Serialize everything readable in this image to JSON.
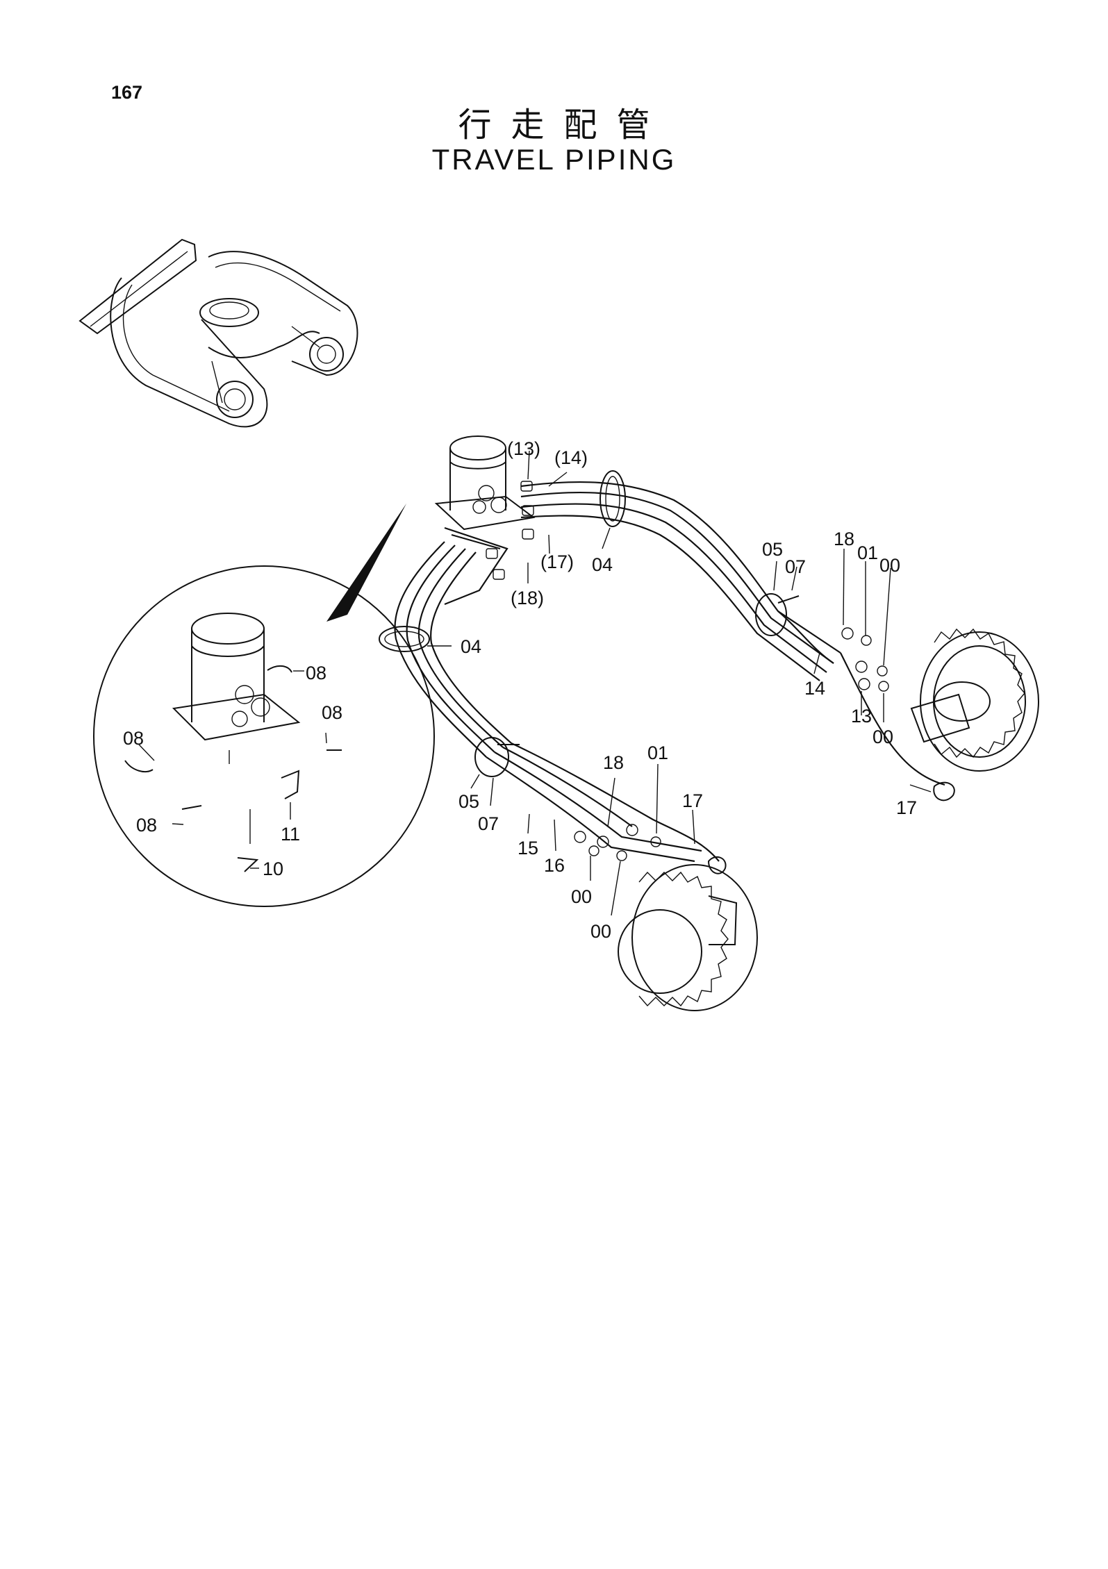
{
  "header": {
    "page_number": "167",
    "title_cn": "行走配管",
    "title_en": "TRAVEL PIPING"
  },
  "callouts": {
    "c13p": "(13)",
    "c14p": "(14)",
    "c17p": "(17)",
    "c18p": "(18)",
    "c04a": "04",
    "c04b": "04",
    "c05a": "05",
    "c07a": "07",
    "c18a": "18",
    "c01a": "01",
    "c00a": "00",
    "c14": "14",
    "c13": "13",
    "c00b": "00",
    "c17a": "17",
    "c05b": "05",
    "c07b": "07",
    "c15": "15",
    "c16": "16",
    "c18b": "18",
    "c01b": "01",
    "c17b": "17",
    "c00c": "00",
    "c00d": "00",
    "c08a": "08",
    "c08b": "08",
    "c08c": "08",
    "c08d": "08",
    "c11": "11",
    "c10": "10"
  }
}
